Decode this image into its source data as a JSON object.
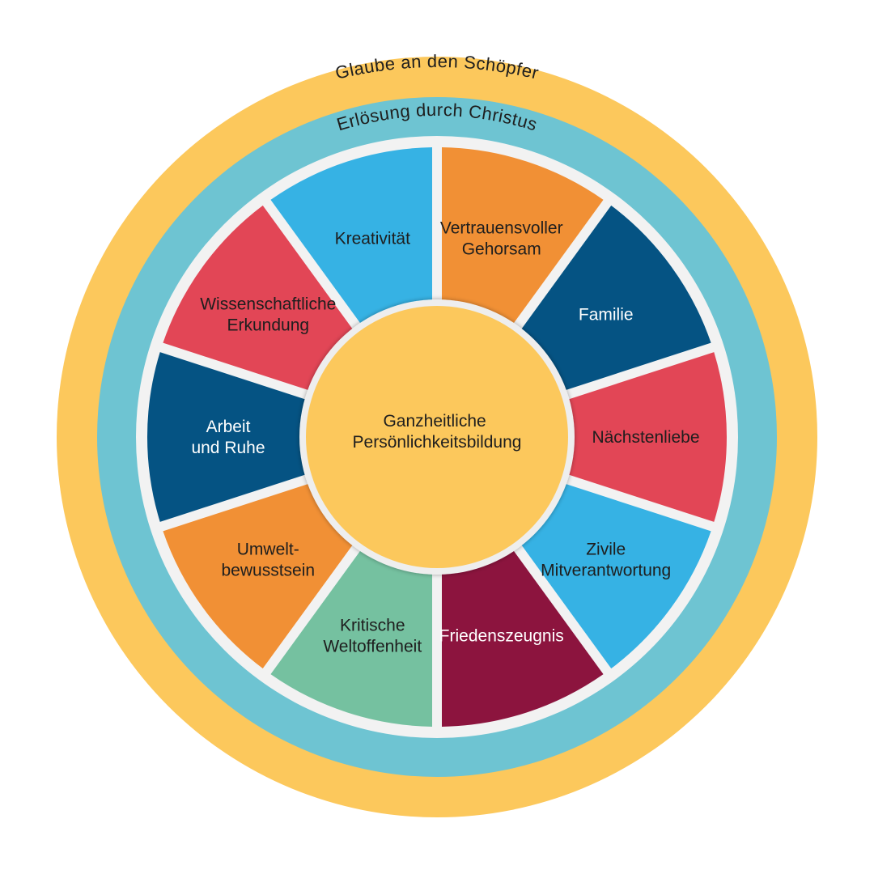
{
  "colors": {
    "outer_ring": "#fcc85c",
    "middle_ring": "#6ec4d2",
    "segment_bg": "#f2f2f2",
    "center": "#fcc85c"
  },
  "outer_ring": {
    "label": "Glaube an den Schöpfer"
  },
  "middle_ring": {
    "label": "Erlösung durch Christus"
  },
  "center": {
    "lines": [
      "Ganzheitliche",
      "Persönlichkeitsbildung"
    ]
  },
  "segments": [
    {
      "lines": [
        "Vertrauensvoller",
        "Gehorsam"
      ],
      "color": "#f19035",
      "text_color": "dark"
    },
    {
      "lines": [
        "Familie"
      ],
      "color": "#055383",
      "text_color": "light"
    },
    {
      "lines": [
        "Nächstenliebe"
      ],
      "color": "#e24656",
      "text_color": "dark"
    },
    {
      "lines": [
        "Zivile",
        "Mitverantwortung"
      ],
      "color": "#36b2e4",
      "text_color": "dark"
    },
    {
      "lines": [
        "Friedenszeugnis"
      ],
      "color": "#8c143e",
      "text_color": "light"
    },
    {
      "lines": [
        "Kritische",
        "Weltoffenheit"
      ],
      "color": "#75c1a0",
      "text_color": "dark"
    },
    {
      "lines": [
        "Umwelt-",
        "bewusstsein"
      ],
      "color": "#f19035",
      "text_color": "dark"
    },
    {
      "lines": [
        "Arbeit",
        "und Ruhe"
      ],
      "color": "#055383",
      "text_color": "light"
    },
    {
      "lines": [
        "Wissenschaftliche",
        "Erkundung"
      ],
      "color": "#e24656",
      "text_color": "dark"
    },
    {
      "lines": [
        "Kreativität"
      ],
      "color": "#36b2e4",
      "text_color": "dark"
    }
  ]
}
